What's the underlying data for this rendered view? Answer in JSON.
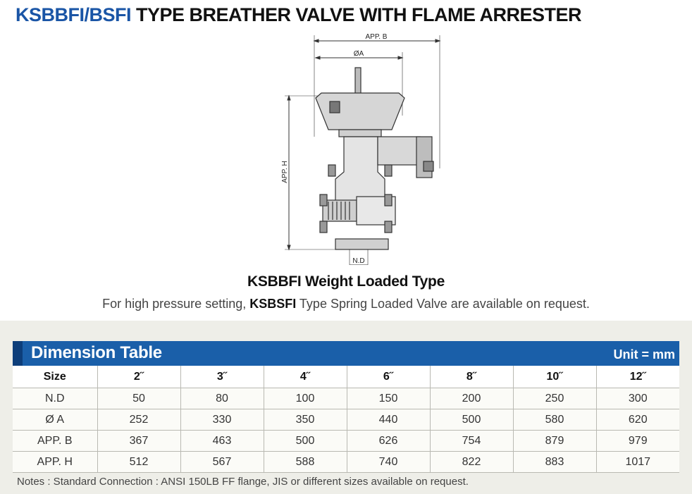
{
  "title": {
    "model": "KSBBFI/BSFI",
    "rest": "TYPE BREATHER VALVE WITH FLAME ARRESTER"
  },
  "drawing": {
    "labels": {
      "app_b": "APP. B",
      "dia_a": "ØA",
      "app_h": "APP. H",
      "nd": "N.D"
    }
  },
  "caption": "KSBBFI Weight Loaded Type",
  "subcaption": {
    "pre": "For high pressure setting, ",
    "model": "KSBSFI",
    "post": " Type Spring Loaded Valve are available on request."
  },
  "table": {
    "title": "Dimension Table",
    "unit": "Unit = mm",
    "headers": [
      "Size",
      "2˝",
      "3˝",
      "4˝",
      "6˝",
      "8˝",
      "10˝",
      "12˝"
    ],
    "rows": [
      [
        "N.D",
        "50",
        "80",
        "100",
        "150",
        "200",
        "250",
        "300"
      ],
      [
        "Ø A",
        "252",
        "330",
        "350",
        "440",
        "500",
        "580",
        "620"
      ],
      [
        "APP. B",
        "367",
        "463",
        "500",
        "626",
        "754",
        "879",
        "979"
      ],
      [
        "APP. H",
        "512",
        "567",
        "588",
        "740",
        "822",
        "883",
        "1017"
      ]
    ]
  },
  "notes": "Notes : Standard Connection : ANSI 150LB FF flange, JIS or different sizes available on request.",
  "colors": {
    "brand_blue": "#1a55a6",
    "header_bar": "#1a5fa9",
    "panel_bg": "#eeeee8"
  }
}
